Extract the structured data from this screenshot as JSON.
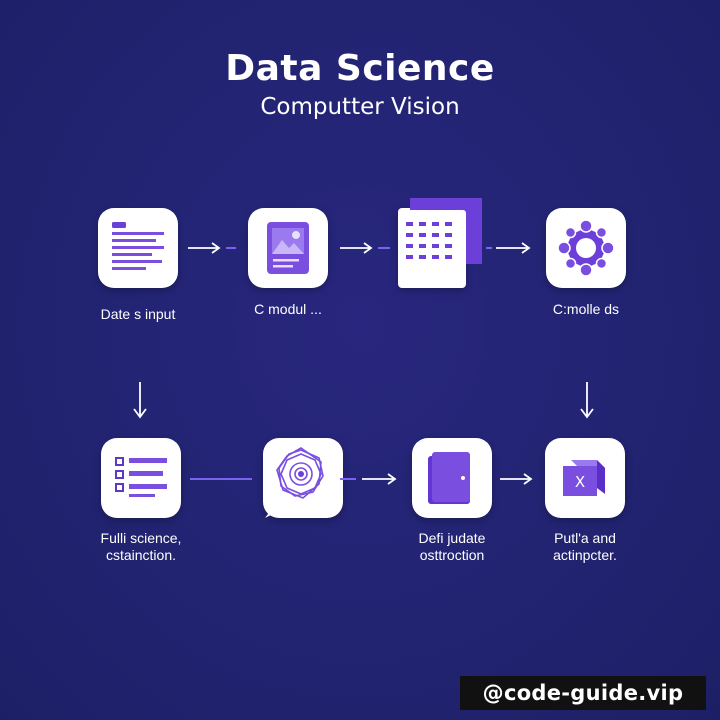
{
  "header": {
    "title": "Data Science",
    "subtitle": "Computter Vision"
  },
  "nodes": [
    {
      "id": "n1",
      "label_line1": "Date s input",
      "label_line2": "",
      "icon": "document-lines-icon"
    },
    {
      "id": "n2",
      "label_line1": "C modul ...",
      "label_line2": "",
      "icon": "image-card-icon"
    },
    {
      "id": "n3",
      "label_line1": "",
      "label_line2": "",
      "icon": "grid-table-icon"
    },
    {
      "id": "n4",
      "label_line1": "C:molle ds",
      "label_line2": "",
      "icon": "node-ring-icon"
    },
    {
      "id": "n5",
      "label_line1": "Fulli science,",
      "label_line2": "cstainction.",
      "icon": "checklist-icon"
    },
    {
      "id": "n6",
      "label_line1": "",
      "label_line2": "",
      "icon": "neural-flower-icon"
    },
    {
      "id": "n7",
      "label_line1": "Defi judate",
      "label_line2": "osttroction",
      "icon": "door-panel-icon"
    },
    {
      "id": "n8",
      "label_line1": "Putl'a and",
      "label_line2": "actinpcter.",
      "icon": "cube-x-icon"
    }
  ],
  "cube_glyph": "X",
  "watermark": "@code-guide.vip",
  "colors": {
    "background": "#222472",
    "tile": "#ffffff",
    "accent": "#7a4fe0",
    "accent_dark": "#6236d4",
    "connector": "#7b62f0"
  }
}
